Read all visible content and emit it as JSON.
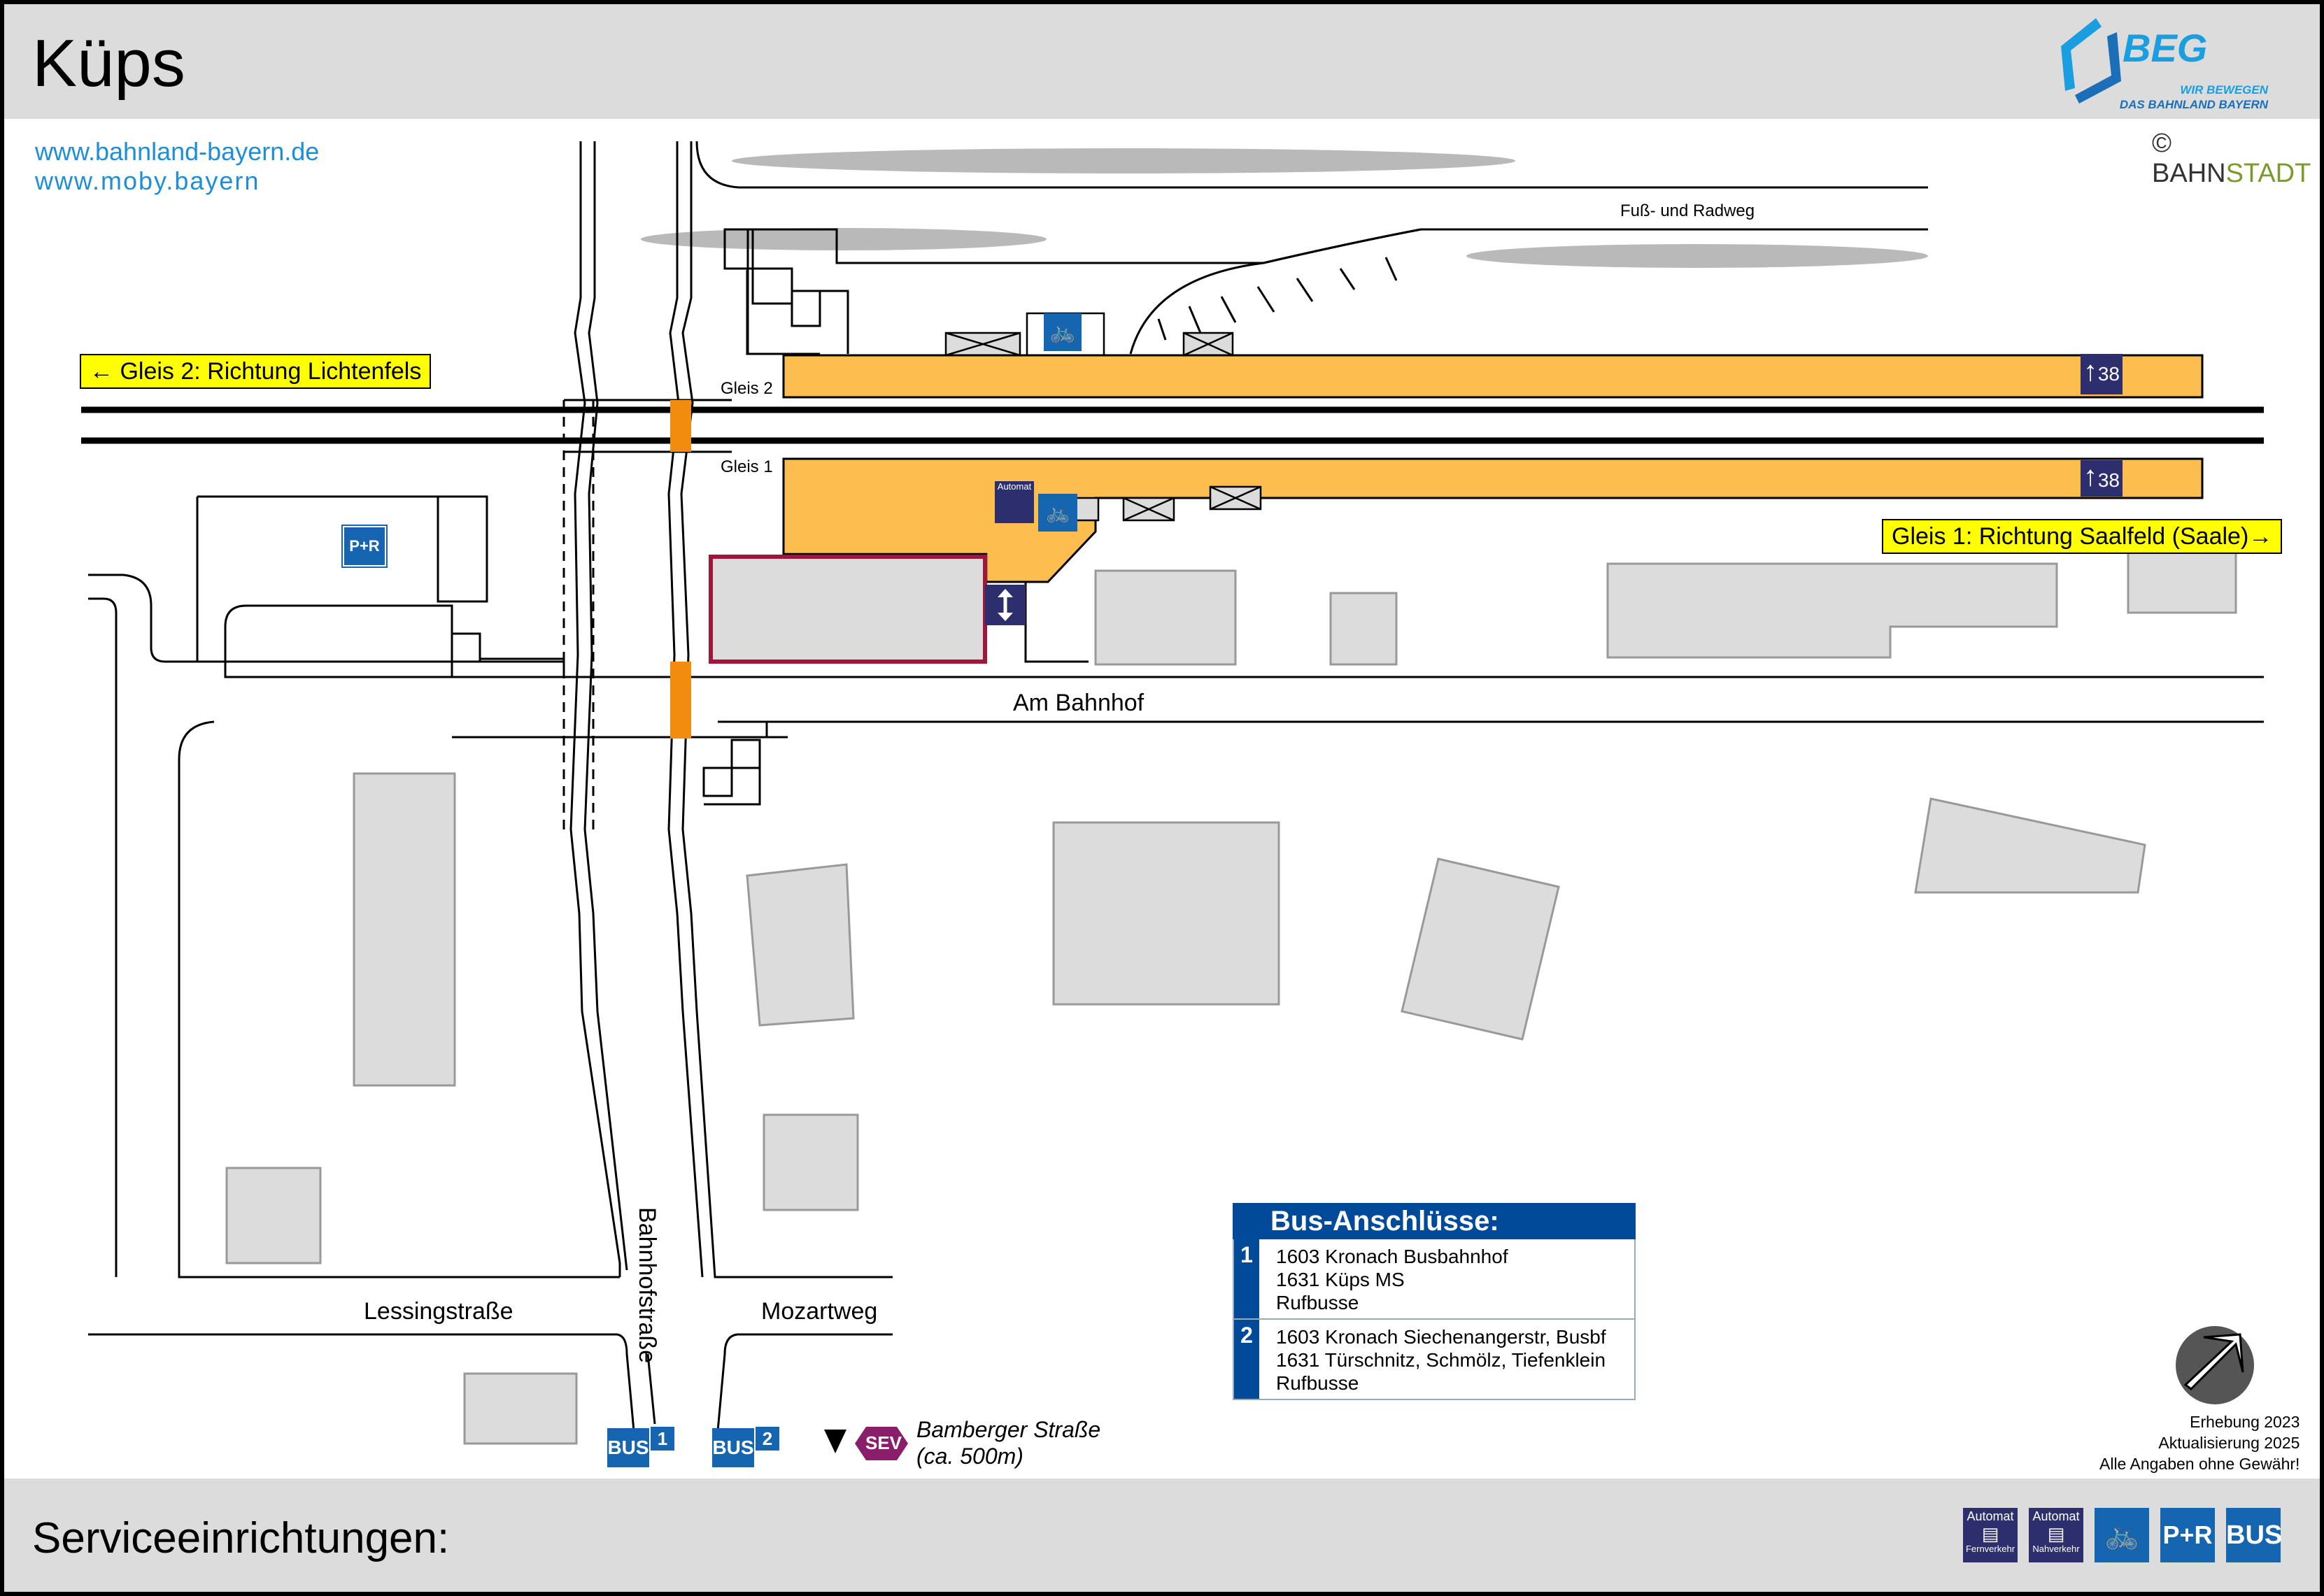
{
  "header": {
    "title": "Küps",
    "logo_main": "BEG",
    "logo_line1": "WIR BEWEGEN",
    "logo_line2": "DAS BAHNLAND BAYERN"
  },
  "links": {
    "url1": "www.bahnland-bayern.de",
    "url2": "www.moby.bayern"
  },
  "copyright": {
    "symbol": "©",
    "bahn": "BAHN",
    "stadt": "STADT"
  },
  "map": {
    "direction_gleis2": "Gleis 2: Richtung Lichtenfels",
    "direction_gleis1": "Gleis 1: Richtung Saalfeld (Saale)",
    "label_gleis2": "Gleis 2",
    "label_gleis1": "Gleis 1",
    "platform_length_1": "38",
    "platform_length_2": "38",
    "fuss_radweg": "Fuß- und Radweg",
    "street_am_bahnhof": "Am Bahnhof",
    "street_bahnhofstrasse": "Bahnhofstraße",
    "street_lessing": "Lessingstraße",
    "street_mozart": "Mozartweg",
    "pr_label": "P+R",
    "automat_label": "Automat",
    "bus_label": "BUS",
    "bus_stop_1": "1",
    "bus_stop_2": "2",
    "sev_label": "SEV",
    "sev_text1": "Bamberger Straße",
    "sev_text2": "(ca. 500m)"
  },
  "bus_connections": {
    "title": "Bus-Anschlüsse:",
    "stops": [
      {
        "num": "1",
        "lines": [
          "1603 Kronach Busbahnhof",
          "1631 Küps MS",
          "Rufbusse"
        ]
      },
      {
        "num": "2",
        "lines": [
          "1603 Kronach Siechenangerstr, Busbf",
          "1631 Türschnitz, Schmölz, Tiefenklein",
          "Rufbusse"
        ]
      }
    ]
  },
  "survey": {
    "line1": "Erhebung 2023",
    "line2": "Aktualisierung 2025",
    "line3": "Alle Angaben ohne Gewähr!"
  },
  "footer": {
    "services_label": "Serviceeinrichtungen:",
    "icon_automat_fern_top": "Automat",
    "icon_automat_fern_bottom": "Fernverkehr",
    "icon_automat_nah_top": "Automat",
    "icon_automat_nah_bottom": "Nahverkehr",
    "icon_pr": "P+R",
    "icon_bus": "BUS"
  },
  "colors": {
    "platform": "#fdbe4f",
    "building": "#dcdcdc",
    "highlight": "#a0163a",
    "crossing": "#f28c0f",
    "navy": "#2d2e6e",
    "blue": "#1565b0",
    "sev": "#8b1e6b",
    "yellow_sign": "#ffff00"
  }
}
